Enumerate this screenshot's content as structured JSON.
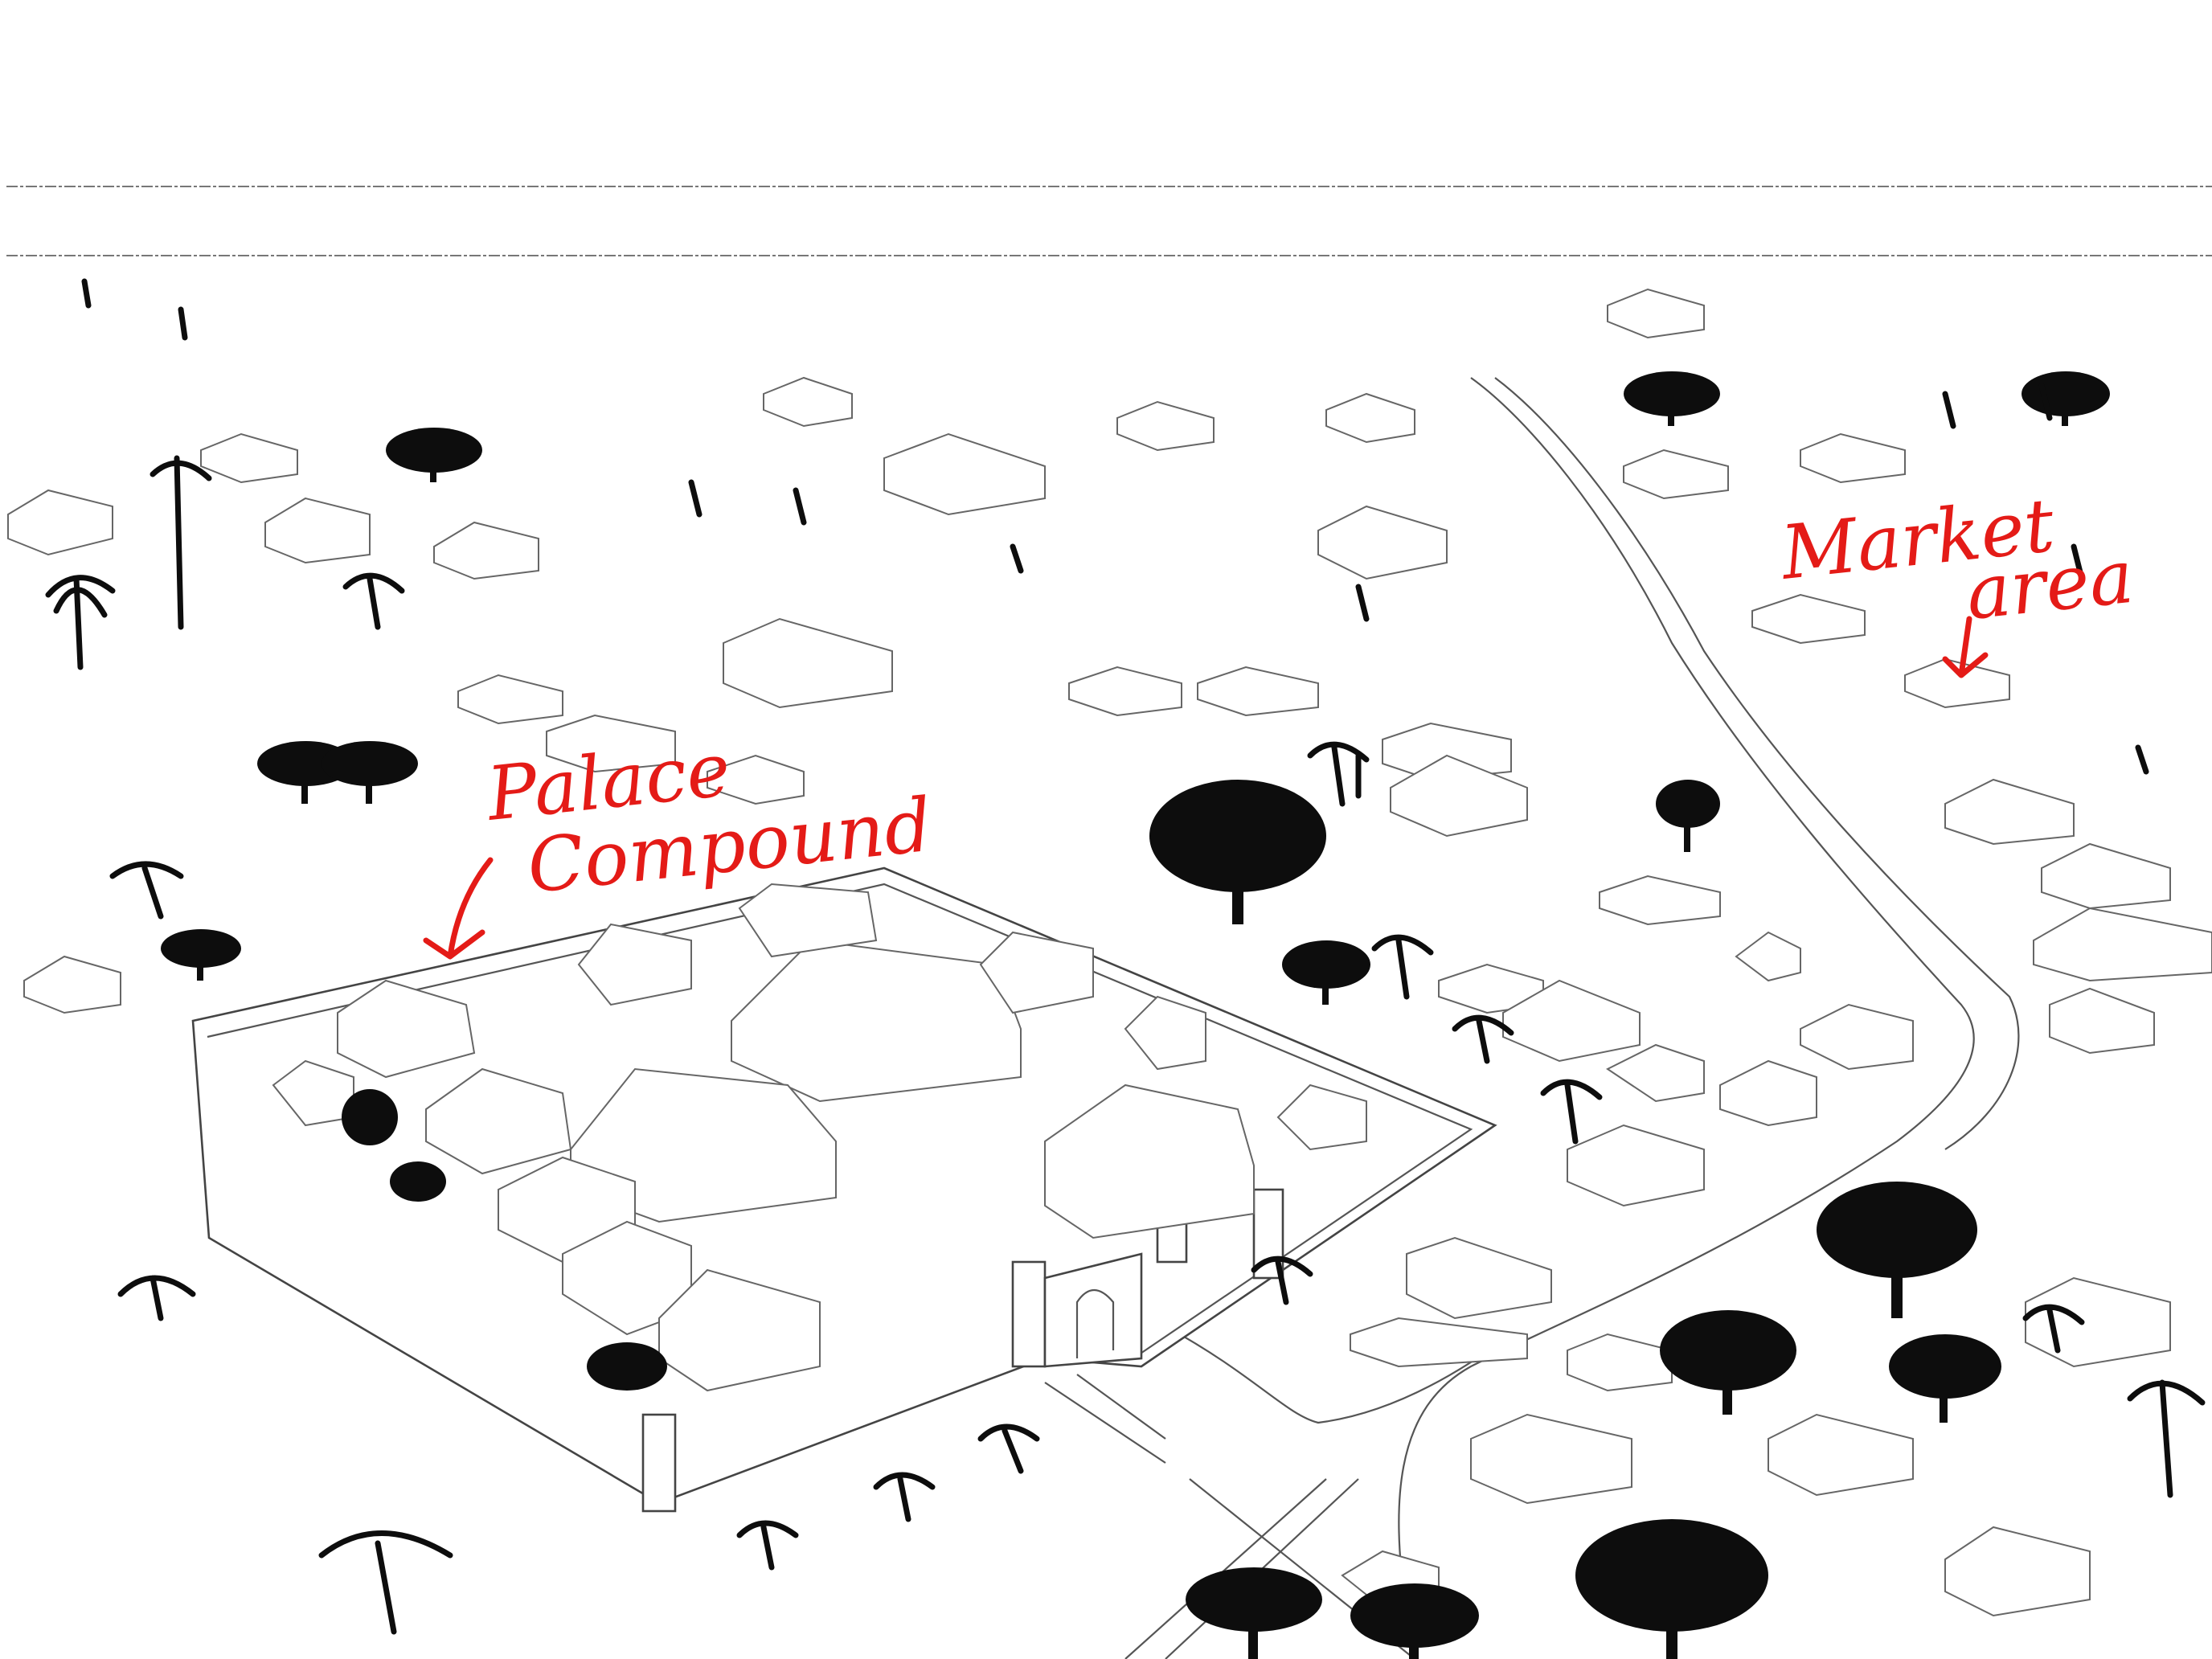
{
  "annotations": {
    "palace_label_line1": "Palace",
    "palace_label_line2": "Compound",
    "market_label_line1": "Market",
    "market_label_line2": "area"
  },
  "colors": {
    "annotation": "#e41b17",
    "sketch_line": "#555555",
    "tree": "#0d0d0d",
    "background": "#ffffff"
  },
  "icons": [
    "palm-tree-icon",
    "canopy-tree-icon",
    "shrub-icon",
    "house-icon",
    "arrow-down-icon"
  ]
}
